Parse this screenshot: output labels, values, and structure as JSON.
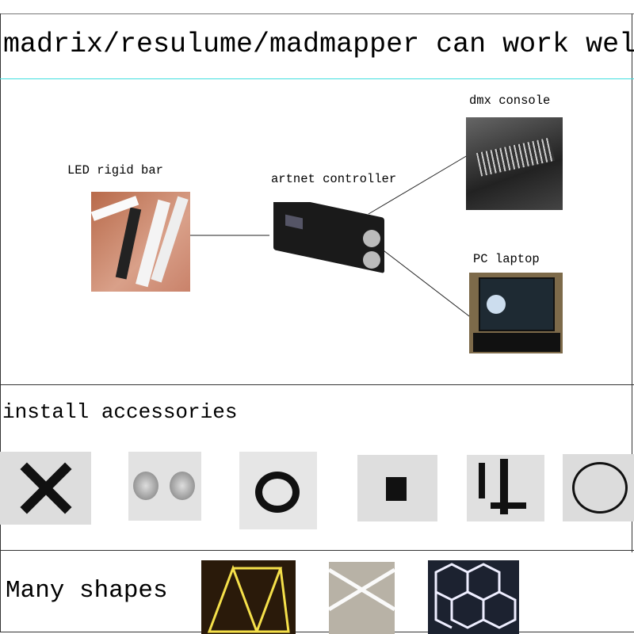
{
  "header": {
    "title": "madrix/resulume/madmapper can work well"
  },
  "diagram": {
    "led_bar_label": "LED rigid bar",
    "controller_label": "artnet controller",
    "dmx_console_label": "dmx console",
    "pc_laptop_label": "PC laptop"
  },
  "accessories": {
    "title": "install accessories"
  },
  "shapes": {
    "title": "Many shapes"
  },
  "colors": {
    "divider": "#333333",
    "accent_line": "#40e0e0"
  }
}
